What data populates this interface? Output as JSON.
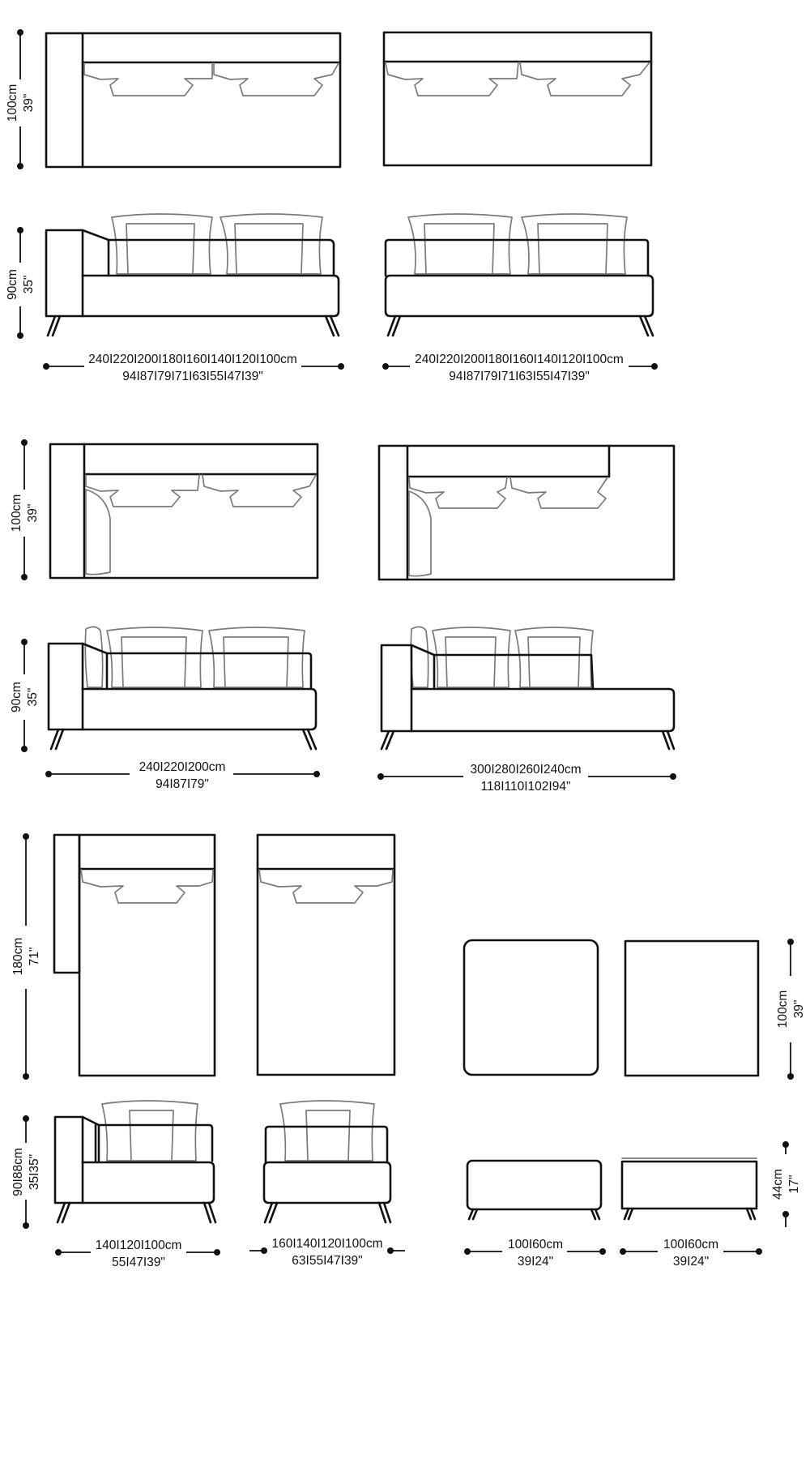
{
  "labels": {
    "row1_depth_cm": "100cm",
    "row1_depth_in": "39\"",
    "row1_height_cm": "90cm",
    "row1_height_in": "35\"",
    "row1a_width_cm": "240I220I200I180I160I140I120I100cm",
    "row1a_width_in": "94I87I79I71I63I55I47I39\"",
    "row1b_width_cm": "240I220I200I180I160I140I120I100cm",
    "row1b_width_in": "94I87I79I71I63I55I47I39\"",
    "row2_depth_cm": "100cm",
    "row2_depth_in": "39\"",
    "row2_height_cm": "90cm",
    "row2_height_in": "35\"",
    "row2a_width_cm": "240I220I200cm",
    "row2a_width_in": "94I87I79\"",
    "row2b_width_cm": "300I280I260I240cm",
    "row2b_width_in": "118I110I102I94\"",
    "row3_depth_cm": "180cm",
    "row3_depth_in": "71\"",
    "row3_height_cm": "90I88cm",
    "row3_height_in": "35I35\"",
    "row3a_width_cm": "140I120I100cm",
    "row3a_width_in": "55I47I39\"",
    "row3b_width_cm": "160I140I120I100cm",
    "row3b_width_in": "63I55I47I39\"",
    "ottoman_depth_cm": "100cm",
    "ottoman_depth_in": "39\"",
    "ottoman_height_cm": "44cm",
    "ottoman_height_in": "17\"",
    "ottoman_a_width_cm": "100I60cm",
    "ottoman_a_width_in": "39I24\"",
    "ottoman_b_width_cm": "100I60cm",
    "ottoman_b_width_in": "39I24\""
  }
}
